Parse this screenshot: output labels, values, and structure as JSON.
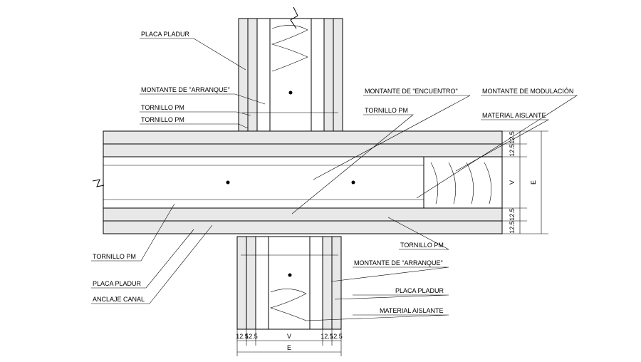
{
  "labels": {
    "placa_pladur_top": "PLACA PLADUR",
    "montante_arranque_top": "MONTANTE DE \"ARRANQUE\"",
    "tornillo_pm_1": "TORNILLO PM",
    "tornillo_pm_2": "TORNILLO PM",
    "montante_encuentro": "MONTANTE DE \"ENCUENTRO\"",
    "tornillo_pm_center": "TORNILLO PM",
    "montante_modulacion": "MONTANTE DE MODULACIÓN",
    "material_aislante_top": "MATERIAL AISLANTE",
    "tornillo_pm_left": "TORNILLO PM",
    "placa_pladur_left": "PLACA PLADUR",
    "anclaje_canal": "ANCLAJE CANAL",
    "tornillo_pm_right": "TORNILLO PM",
    "montante_arranque_bottom": "MONTANTE DE \"ARRANQUE\"",
    "placa_pladur_bottom": "PLACA PLADUR",
    "material_aislante_bottom": "MATERIAL AISLANTE"
  },
  "dimensions": {
    "right_1": "12.5",
    "right_2": "12.5",
    "right_v": "V",
    "right_e": "E",
    "right_3": "12.5",
    "right_4": "12.5",
    "bottom_1": "12.5",
    "bottom_2": "12.5",
    "bottom_v": "V",
    "bottom_3": "12.5",
    "bottom_4": "12.5",
    "bottom_e": "E"
  }
}
